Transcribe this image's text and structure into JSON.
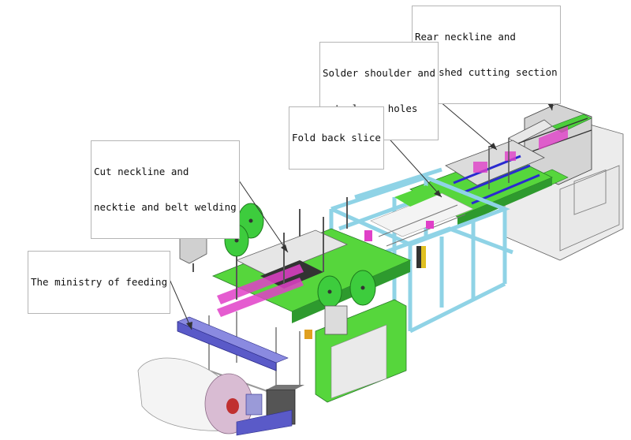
{
  "callouts": {
    "rear_neckline": {
      "line1": "Rear neckline and",
      "line2": "finished cutting section"
    },
    "solder_shoulder": {
      "line1": "Solder shoulder and",
      "line2": "cut sleeve holes"
    },
    "fold_back": {
      "line1": "Fold back slice"
    },
    "cut_neckline": {
      "line1": "Cut neckline and",
      "line2": "necktie and belt welding"
    },
    "feeding": {
      "line1": "The ministry of feeding"
    }
  },
  "colors": {
    "frame_cyan": "#8fd3e6",
    "panel_green": "#56d63c",
    "dark_green": "#2e9a2e",
    "disc_green": "#3dcc3d",
    "magenta": "#e040c8",
    "blue_rail": "#5a5ac8",
    "roll_lilac": "#d9bcd3",
    "grey_metal": "#c8c8c8",
    "dark_metal": "#555555"
  }
}
